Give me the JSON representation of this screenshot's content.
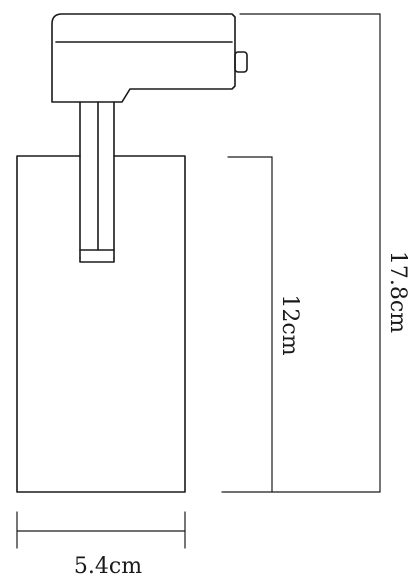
{
  "dimensions": {
    "total_height": "17.8cm",
    "body_height": "12cm",
    "body_width": "5.4cm"
  },
  "colors": {
    "line": "#1a1a1a",
    "background": "#ffffff"
  }
}
